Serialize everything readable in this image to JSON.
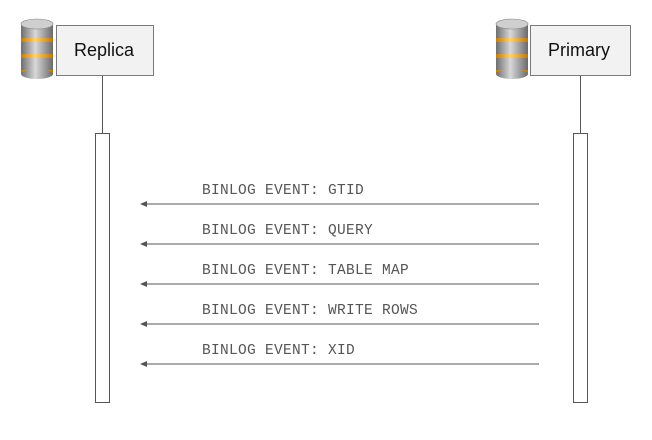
{
  "actors": {
    "replica": {
      "label": "Replica",
      "icon": "database-icon"
    },
    "primary": {
      "label": "Primary",
      "icon": "database-icon"
    }
  },
  "messages": [
    {
      "from": "primary",
      "to": "replica",
      "label": "BINLOG EVENT: GTID"
    },
    {
      "from": "primary",
      "to": "replica",
      "label": "BINLOG EVENT: QUERY"
    },
    {
      "from": "primary",
      "to": "replica",
      "label": "BINLOG EVENT: TABLE MAP"
    },
    {
      "from": "primary",
      "to": "replica",
      "label": "BINLOG EVENT: WRITE ROWS"
    },
    {
      "from": "primary",
      "to": "replica",
      "label": "BINLOG EVENT: XID"
    }
  ],
  "colors": {
    "box_fill": "#f2f2f2",
    "box_border": "#7a7a7a",
    "line": "#555555",
    "db_gray": "#9a9a9a",
    "db_orange": "#f5a623"
  }
}
